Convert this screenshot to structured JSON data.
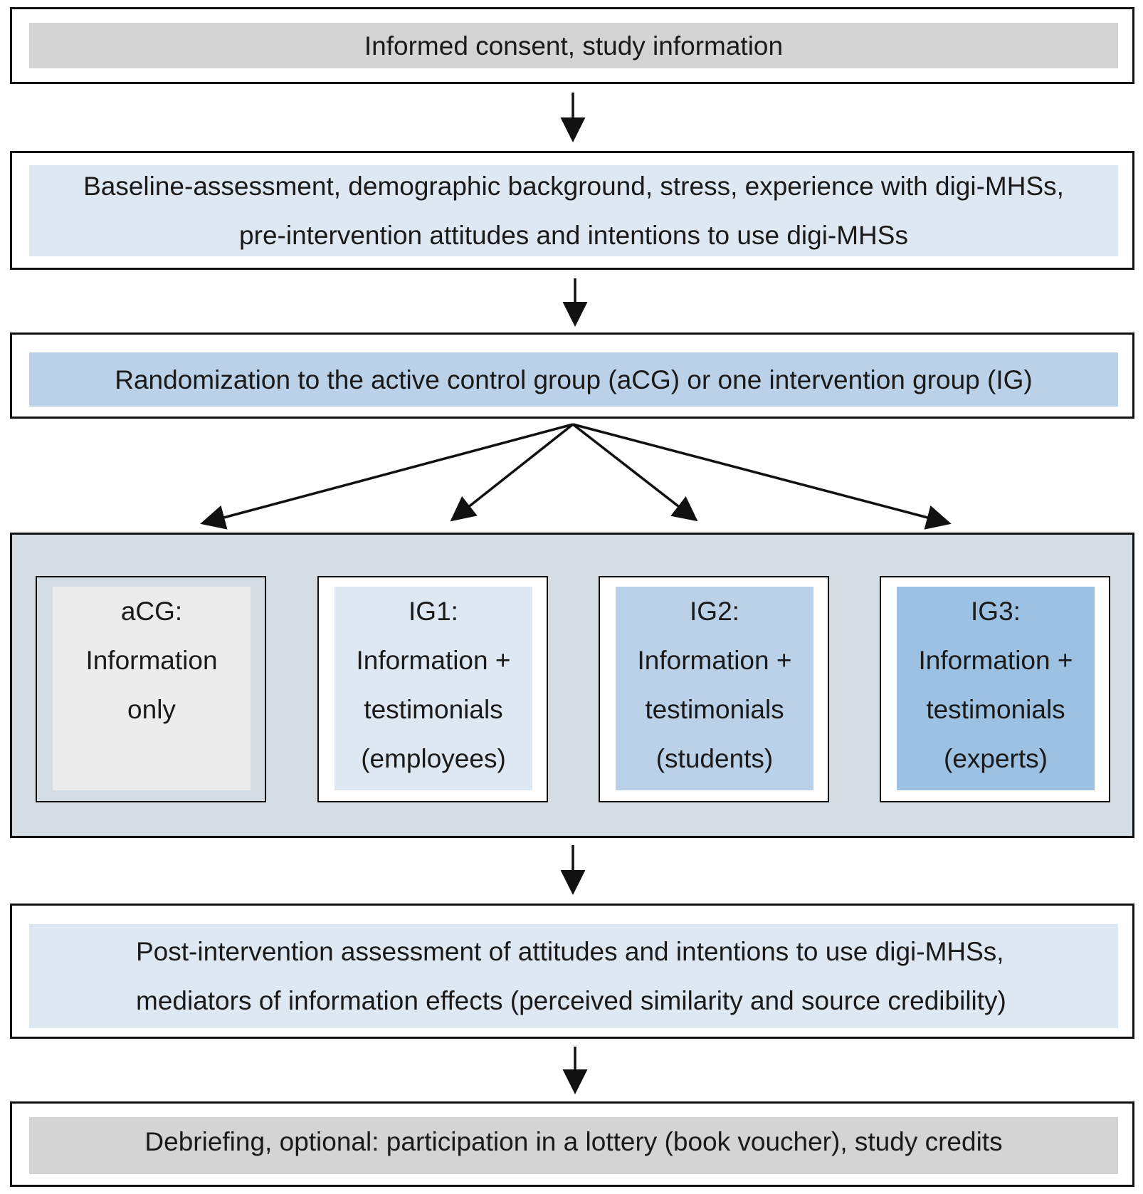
{
  "steps": {
    "consent": "Informed consent, study information",
    "baseline": {
      "line1": "Baseline-assessment, demographic background, stress, experience with digi-MHSs,",
      "line2": "pre-intervention attitudes and intentions to use digi-MHSs"
    },
    "randomization": "Randomization to the active control group (aCG) or one intervention group (IG)",
    "post": {
      "line1": "Post-intervention assessment of attitudes and intentions to use digi-MHSs,",
      "line2": "mediators of information effects (perceived similarity and source credibility)"
    },
    "debriefing": "Debriefing, optional: participation in a lottery (book voucher), study credits"
  },
  "groups": [
    {
      "lines": [
        "aCG:",
        "Information",
        "only"
      ],
      "fill": "#ececec",
      "frame": "#d4dce4"
    },
    {
      "lines": [
        "IG1:",
        "Information +",
        "testimonials",
        "(employees)"
      ],
      "fill": "#dde8f3",
      "frame": "#ffffff"
    },
    {
      "lines": [
        "IG2:",
        "Information +",
        "testimonials",
        "(students)"
      ],
      "fill": "#bad1e8",
      "frame": "#ffffff"
    },
    {
      "lines": [
        "IG3:",
        "Information +",
        "testimonials",
        "(experts)"
      ],
      "fill": "#9dc1e2",
      "frame": "#ffffff"
    }
  ],
  "colors": {
    "gray_band": "#d4d4d4",
    "light_blue_band": "#dde8f3",
    "mid_blue_band": "#bad1e8",
    "group_panel": "#d4dce4",
    "stroke": "#111111"
  }
}
